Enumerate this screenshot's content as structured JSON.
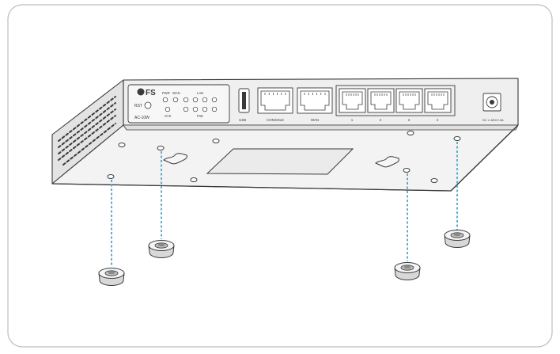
{
  "device": {
    "brand": "FS",
    "model": "AC-10W",
    "rst_label": "RST",
    "sys_label": "SYS",
    "pwr_label": "PWR",
    "wan_led_label": "WAN",
    "lan_label": "LAN",
    "poe_label": "PoE",
    "usb_label": "USB",
    "console_label": "CONSOLE",
    "wan_port_label": "WAN",
    "port_labels": [
      "1",
      "2",
      "3",
      "4"
    ],
    "dc_label": "DC ≤ 48V/2.5A"
  },
  "colors": {
    "outline": "#3a3a3a",
    "guide_line": "#2a9fd6",
    "panel_fill": "#efefef",
    "side_fill": "#e6e6e6",
    "bottom_fill": "#f2f2f2"
  }
}
